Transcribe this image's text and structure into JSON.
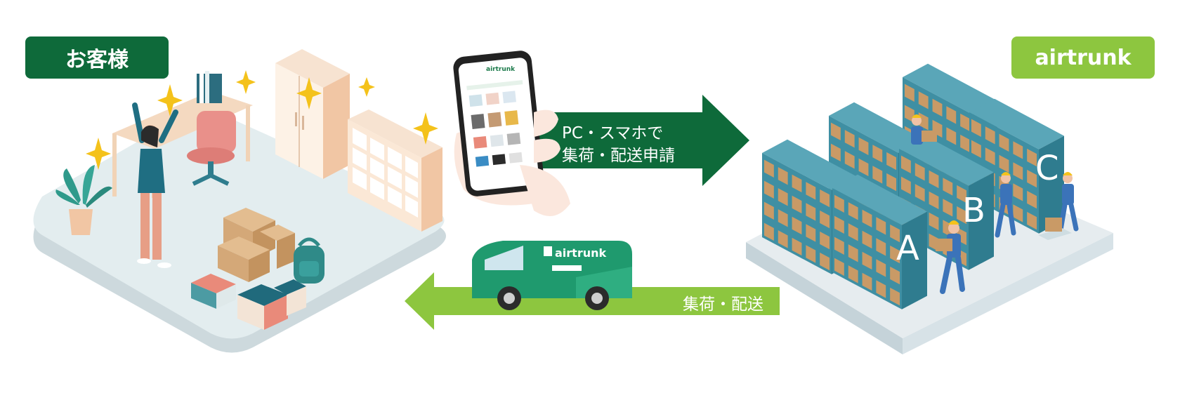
{
  "labels": {
    "customer": "お客様",
    "brand": "airtrunk"
  },
  "arrows": {
    "order_line1": "PC・スマホで",
    "order_line2": "集荷・配送申請",
    "delivery": "集荷・配送"
  },
  "van": {
    "logo": "airtrunk"
  },
  "phone": {
    "logo": "airtrunk"
  },
  "warehouse": {
    "shelves": [
      "A",
      "B",
      "C"
    ]
  },
  "colors": {
    "dark_green": "#0e6a3a",
    "light_green": "#8dc63f",
    "van_green": "#1f9a6e",
    "shelf_teal": "#3f8fa3",
    "box_tan": "#c99a66",
    "floor_gray": "#e6ecef"
  }
}
